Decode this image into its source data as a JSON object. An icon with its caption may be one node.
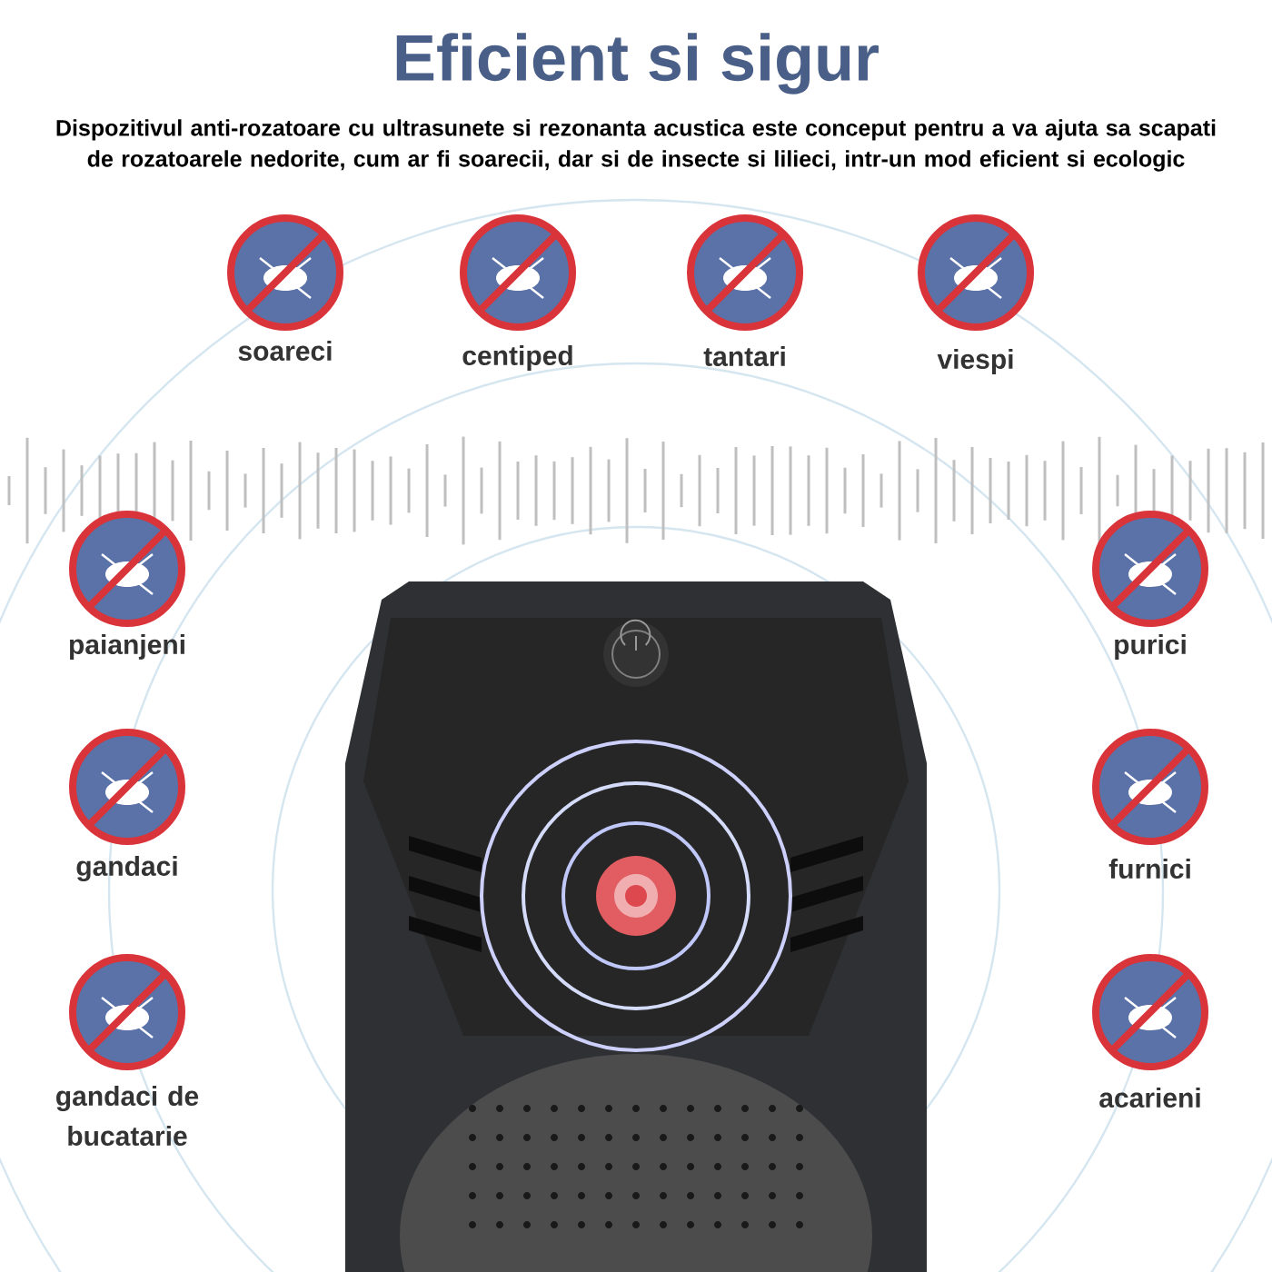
{
  "diagram": {
    "title": "Eficient si sigur",
    "labels": [
      "Dispozitivul anti-rozatoare cu ultrasunete si rezonanta acustica este conceput pentru a va ajuta sa scapati de rozatoarele nedorite, cum ar fi soarecii, dar si de insecte si lilieci, intr-un mod eficient si ecologic",
      "soareci",
      "centiped",
      "tantari",
      "viespi",
      "paianjeni",
      "purici",
      "gandaci",
      "furnici",
      "gandaci de bucatarie",
      "acarieni"
    ]
  }
}
